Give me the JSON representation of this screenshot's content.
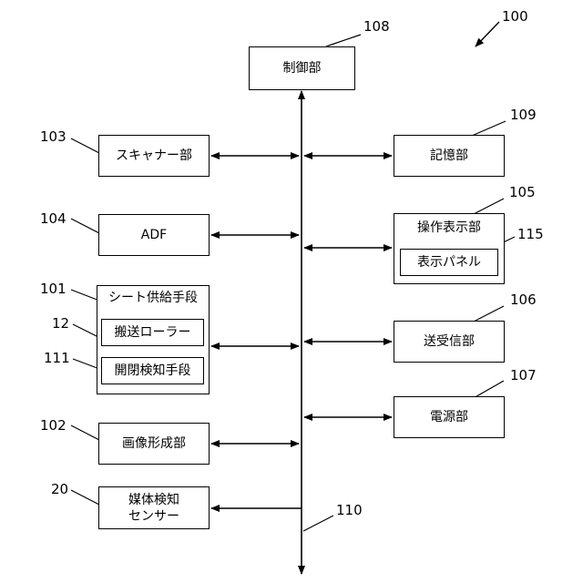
{
  "figure_ref": "100",
  "bus": {
    "ref": "110"
  },
  "blocks": {
    "control": {
      "label": "制御部",
      "ref": "108"
    },
    "scanner": {
      "label": "スキャナー部",
      "ref": "103"
    },
    "adf": {
      "label": "ADF",
      "ref": "104"
    },
    "sheet_feed": {
      "label": "シート供給手段",
      "ref": "101",
      "roller": {
        "label": "搬送ローラー",
        "ref": "12"
      },
      "open_detect": {
        "label": "開閉検知手段",
        "ref": "111"
      }
    },
    "image_forming": {
      "label": "画像形成部",
      "ref": "102"
    },
    "media_sensor": {
      "label": "媒体検知\nセンサー",
      "ref": "20"
    },
    "storage": {
      "label": "記憶部",
      "ref": "109"
    },
    "operation_display": {
      "label": "操作表示部",
      "ref": "105",
      "panel": {
        "label": "表示パネル",
        "ref": "115"
      }
    },
    "transceiver": {
      "label": "送受信部",
      "ref": "106"
    },
    "power": {
      "label": "電源部",
      "ref": "107"
    }
  }
}
